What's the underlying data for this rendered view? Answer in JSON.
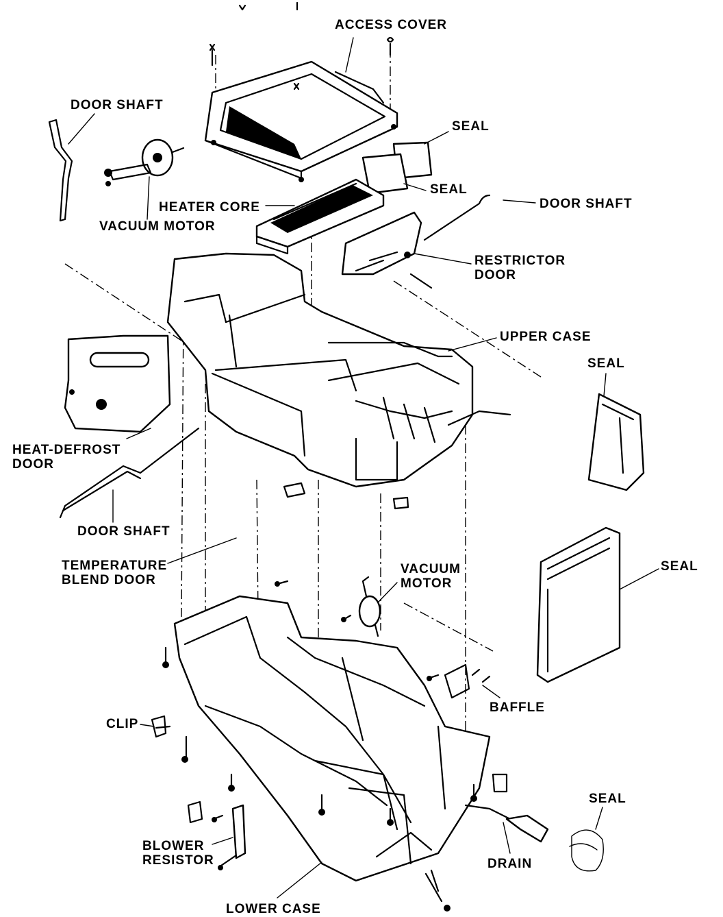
{
  "labels": {
    "access_cover": "ACCESS COVER",
    "door_shaft_1": "DOOR SHAFT",
    "seal_1": "SEAL",
    "seal_2": "SEAL",
    "door_shaft_2": "DOOR SHAFT",
    "heater_core": "HEATER CORE",
    "vacuum_motor_1": "VACUUM MOTOR",
    "restrictor_door_1": "RESTRICTOR",
    "restrictor_door_2": "DOOR",
    "upper_case": "UPPER CASE",
    "seal_3": "SEAL",
    "heat_defrost_1": "HEAT-DEFROST",
    "heat_defrost_2": "DOOR",
    "door_shaft_3": "DOOR SHAFT",
    "temp_blend_1": "TEMPERATURE",
    "temp_blend_2": "BLEND DOOR",
    "vacuum_motor_2a": "VACUUM",
    "vacuum_motor_2b": "MOTOR",
    "seal_4": "SEAL",
    "baffle": "BAFFLE",
    "clip": "CLIP",
    "seal_5": "SEAL",
    "drain": "DRAIN",
    "blower_resistor_1": "BLOWER",
    "blower_resistor_2": "RESISTOR",
    "lower_case": "LOWER CASE"
  }
}
